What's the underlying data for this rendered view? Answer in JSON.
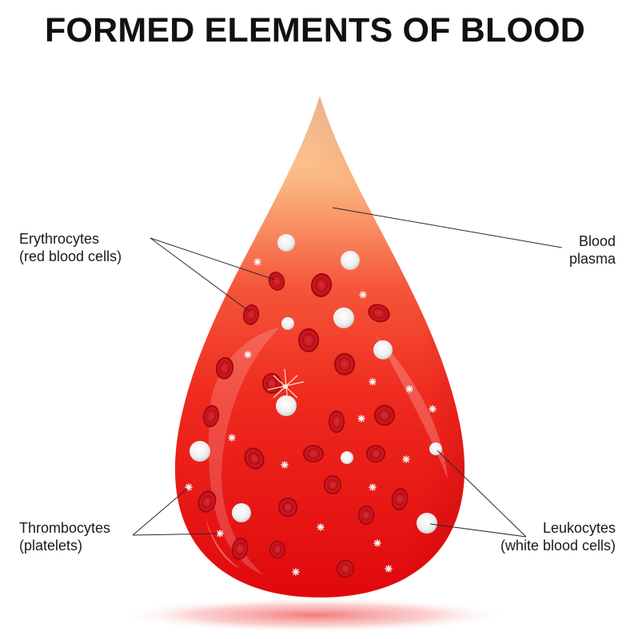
{
  "title": "FORMED ELEMENTS OF BLOOD",
  "labels": {
    "erythrocytes": {
      "line1": "Erythrocytes",
      "line2": "(red blood cells)"
    },
    "plasma": {
      "line1": "Blood",
      "line2": "plasma"
    },
    "thrombocytes": {
      "line1": "Thrombocytes",
      "line2": "(platelets)"
    },
    "leukocytes": {
      "line1": "Leukocytes",
      "line2": "(white blood cells)"
    }
  },
  "colors": {
    "drop_top": "#fcd9a0",
    "drop_mid": "#f5402e",
    "drop_bottom": "#e30c10",
    "red_cell": "#c4101a",
    "white_cell": "#f4f4f4",
    "shadow": "#f47a7a"
  }
}
